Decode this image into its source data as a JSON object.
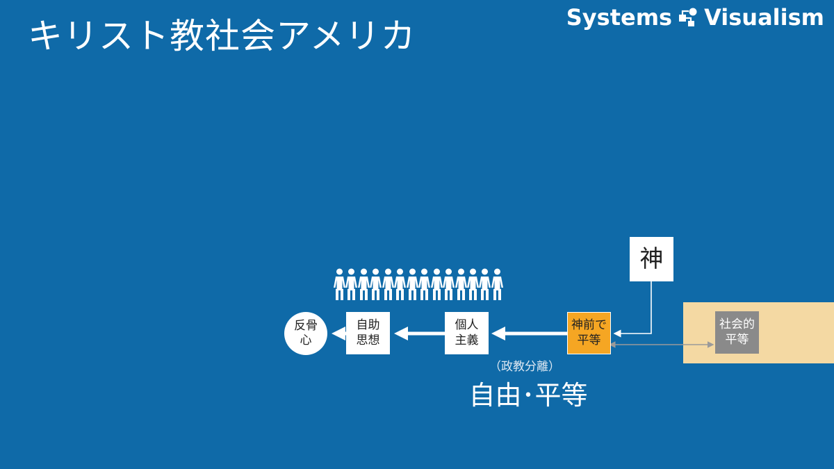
{
  "title": "キリスト教社会アメリカ",
  "brand": {
    "left": "Systems",
    "right": "Visualism"
  },
  "diagram": {
    "god": "神",
    "equal_before_god": [
      "神前で",
      "平等"
    ],
    "individualism": [
      "個人",
      "主義"
    ],
    "self_help": [
      "自助",
      "思想"
    ],
    "rebellion": [
      "反骨",
      "心"
    ],
    "social_equality": [
      "社会的",
      "平等"
    ],
    "separation_note": "（政教分離）",
    "freedom_equality": "自由･平等"
  },
  "colors": {
    "background": "#0f6aa8",
    "highlight": "#f5a623",
    "band": "#f4d9a3",
    "muted_box": "#8a8a8a"
  }
}
